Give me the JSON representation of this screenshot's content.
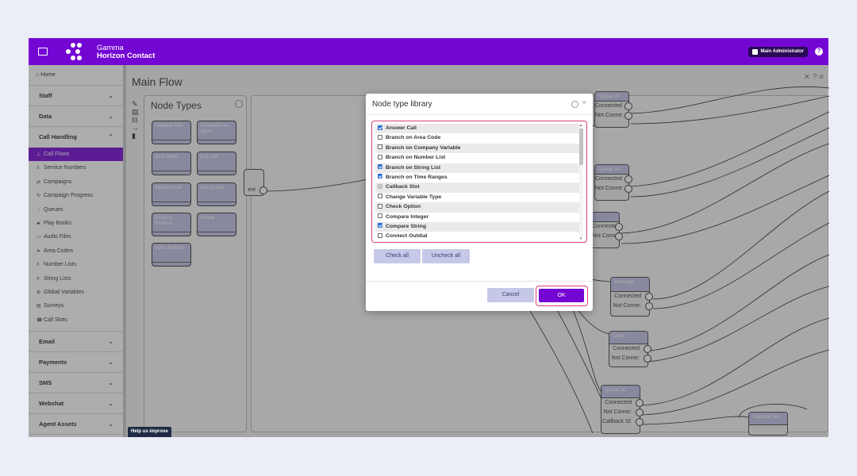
{
  "brand": {
    "line1": "Gamma",
    "line2": "Horizon Contact"
  },
  "user": {
    "name": "Main Administrator"
  },
  "sidebar": {
    "home": "Home",
    "sections": {
      "staff": "Staff",
      "data": "Data",
      "call_handling": "Call Handling",
      "email": "Email",
      "payments": "Payments",
      "sms": "SMS",
      "webchat": "Webchat",
      "agent_assets": "Agent Assets"
    },
    "items": [
      {
        "label": "Call Flows",
        "icon": "sitemap-icon"
      },
      {
        "label": "Service Numbers",
        "icon": "list-icon"
      },
      {
        "label": "Campaigns",
        "icon": "shuffle-icon"
      },
      {
        "label": "Campaign Progress",
        "icon": "refresh-icon"
      },
      {
        "label": "Queues",
        "icon": "queue-icon"
      },
      {
        "label": "Play Books",
        "icon": "book-icon"
      },
      {
        "label": "Audio Files",
        "icon": "file-audio-icon"
      },
      {
        "label": "Area Codes",
        "icon": "location-icon"
      },
      {
        "label": "Number Lists",
        "icon": "hash-icon"
      },
      {
        "label": "String Lists",
        "icon": "hash-icon"
      },
      {
        "label": "Global Variables",
        "icon": "gear-icon"
      },
      {
        "label": "Surveys",
        "icon": "survey-icon"
      },
      {
        "label": "Call Slots",
        "icon": "phone-icon"
      }
    ]
  },
  "main": {
    "title": "Main Flow",
    "node_panel_title": "Node Types",
    "node_types": [
      "Callback Slot",
      "Connected to Agent",
      "Dtmf Menu",
      "End Call",
      "Inbound Call",
      "Join Queue",
      "Route to External",
      "Survey",
      "Voice Mailbox"
    ],
    "flow": {
      "connected": "Connected",
      "not_connected": "Not Conne:",
      "callback_slot": "Callback Sl:",
      "next": "ext",
      "node_labels": [
        "Queue 3A",
        "Message",
        "Close",
        "Queue 3C",
        "Callback Slot"
      ]
    }
  },
  "help_improve": "Help us improve",
  "modal": {
    "title": "Node type library",
    "options": [
      {
        "label": "Answer Call",
        "state": "checked"
      },
      {
        "label": "Branch on Area Code",
        "state": "unchecked"
      },
      {
        "label": "Branch on Company Variable",
        "state": "unchecked"
      },
      {
        "label": "Branch on Number List",
        "state": "unchecked"
      },
      {
        "label": "Branch on String List",
        "state": "checked"
      },
      {
        "label": "Branch on Time Ranges",
        "state": "checked"
      },
      {
        "label": "Callback Slot",
        "state": "disabled"
      },
      {
        "label": "Change Variable Type",
        "state": "unchecked"
      },
      {
        "label": "Check Option",
        "state": "unchecked"
      },
      {
        "label": "Compare Integer",
        "state": "unchecked"
      },
      {
        "label": "Compare String",
        "state": "checked"
      },
      {
        "label": "Connect Outdial",
        "state": "unchecked"
      }
    ],
    "check_all": "Check all",
    "uncheck_all": "Uncheck all",
    "cancel": "Cancel",
    "ok": "OK"
  },
  "colors": {
    "brand": "#7406d4",
    "highlight": "#d9407a",
    "node_header": "#bfc1e6"
  }
}
